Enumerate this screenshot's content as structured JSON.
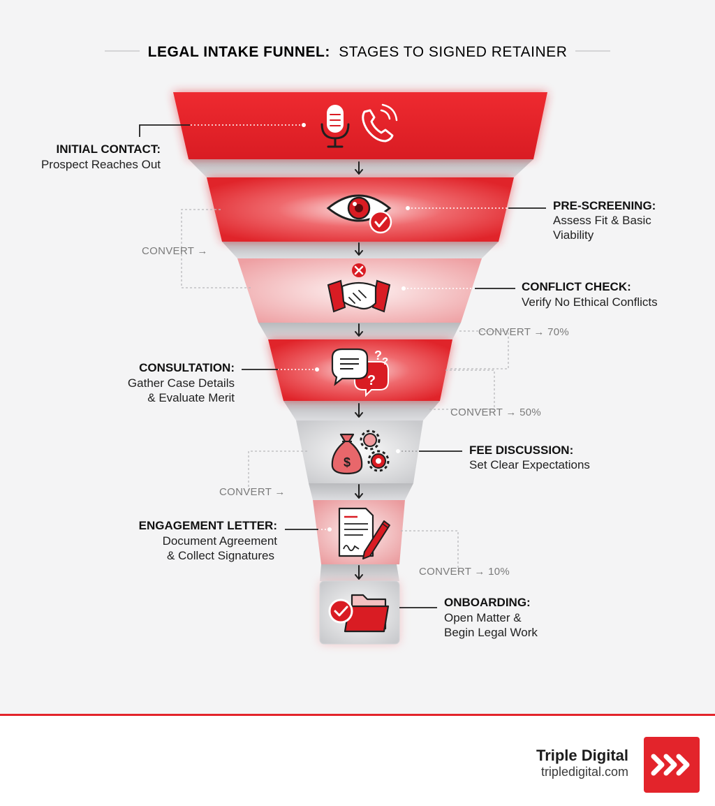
{
  "title": {
    "bold": "LEGAL INTAKE FUNNEL:",
    "rest": "STAGES TO SIGNED RETAINER"
  },
  "stages": [
    {
      "title": "INITIAL CONTACT:",
      "lines": [
        "Prospect Reaches Out"
      ],
      "icon": "microphone-phone-icon"
    },
    {
      "title": "PRE-SCREENING:",
      "lines": [
        "Assess Fit & Basic",
        "Viability"
      ],
      "icon": "eye-check-icon"
    },
    {
      "title": "CONFLICT CHECK:",
      "lines": [
        "Verify No Ethical Conflicts"
      ],
      "icon": "handshake-x-icon"
    },
    {
      "title": "CONSULTATION:",
      "lines": [
        "Gather Case Details",
        "& Evaluate Merit"
      ],
      "icon": "chat-question-icon"
    },
    {
      "title": "FEE DISCUSSION:",
      "lines": [
        "Set Clear Expectations"
      ],
      "icon": "money-bag-gears-icon"
    },
    {
      "title": "ENGAGEMENT LETTER:",
      "lines": [
        "Document Agreement",
        "& Collect Signatures"
      ],
      "icon": "document-pen-icon"
    },
    {
      "title": "ONBOARDING:",
      "lines": [
        "Open Matter &",
        "Begin Legal Work"
      ],
      "icon": "folder-check-icon"
    }
  ],
  "conversions": [
    {
      "label": "CONVERT →"
    },
    {
      "label": "CONVERT → 70%"
    },
    {
      "label": "CONVERT → 50%"
    },
    {
      "label": "CONVERT →"
    },
    {
      "label": "CONVERT → 10%"
    }
  ],
  "colors": {
    "accent": "#e3242b",
    "background": "#f4f4f5"
  },
  "footer": {
    "brand": "Triple Digital",
    "url": "tripledigital.com",
    "logo_icon": "triple-chevron-icon"
  }
}
